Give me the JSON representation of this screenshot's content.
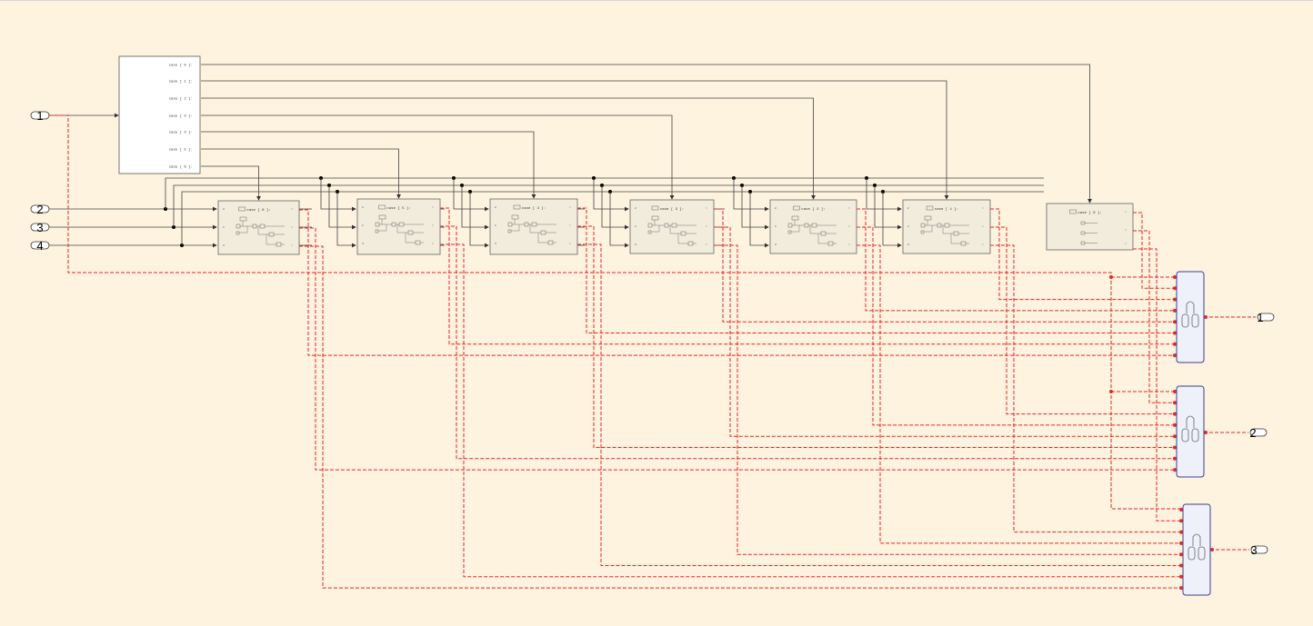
{
  "diagram": {
    "inports": [
      {
        "num": "1"
      },
      {
        "num": "2"
      },
      {
        "num": "3"
      },
      {
        "num": "4"
      }
    ],
    "outports": [
      {
        "num": "1"
      },
      {
        "num": "2"
      },
      {
        "num": "3"
      }
    ],
    "demux_outputs": [
      "case [ 0 ]:",
      "case [ 1 ]:",
      "case [ 2 ]:",
      "case [ 3 ]:",
      "case [ 4 ]:",
      "case [ 5 ]:",
      "case [ 6 ]:"
    ],
    "subsystems": [
      {
        "case_label": "case [ 6 ]:"
      },
      {
        "case_label": "case [ 5 ]:"
      },
      {
        "case_label": "case [ 4 ]:"
      },
      {
        "case_label": "case [ 3 ]:"
      },
      {
        "case_label": "case [ 2 ]:"
      },
      {
        "case_label": "case [ 1 ]:"
      },
      {
        "case_label": "case [ 0 ]:"
      }
    ],
    "colors": {
      "background": "#fdf3df",
      "signal": "#444444",
      "action_signal": "#e8262a",
      "subsystem_fill": "#f2ecdc",
      "merge_fill": "#eef0fa",
      "merge_border": "#3b3f8f"
    }
  }
}
